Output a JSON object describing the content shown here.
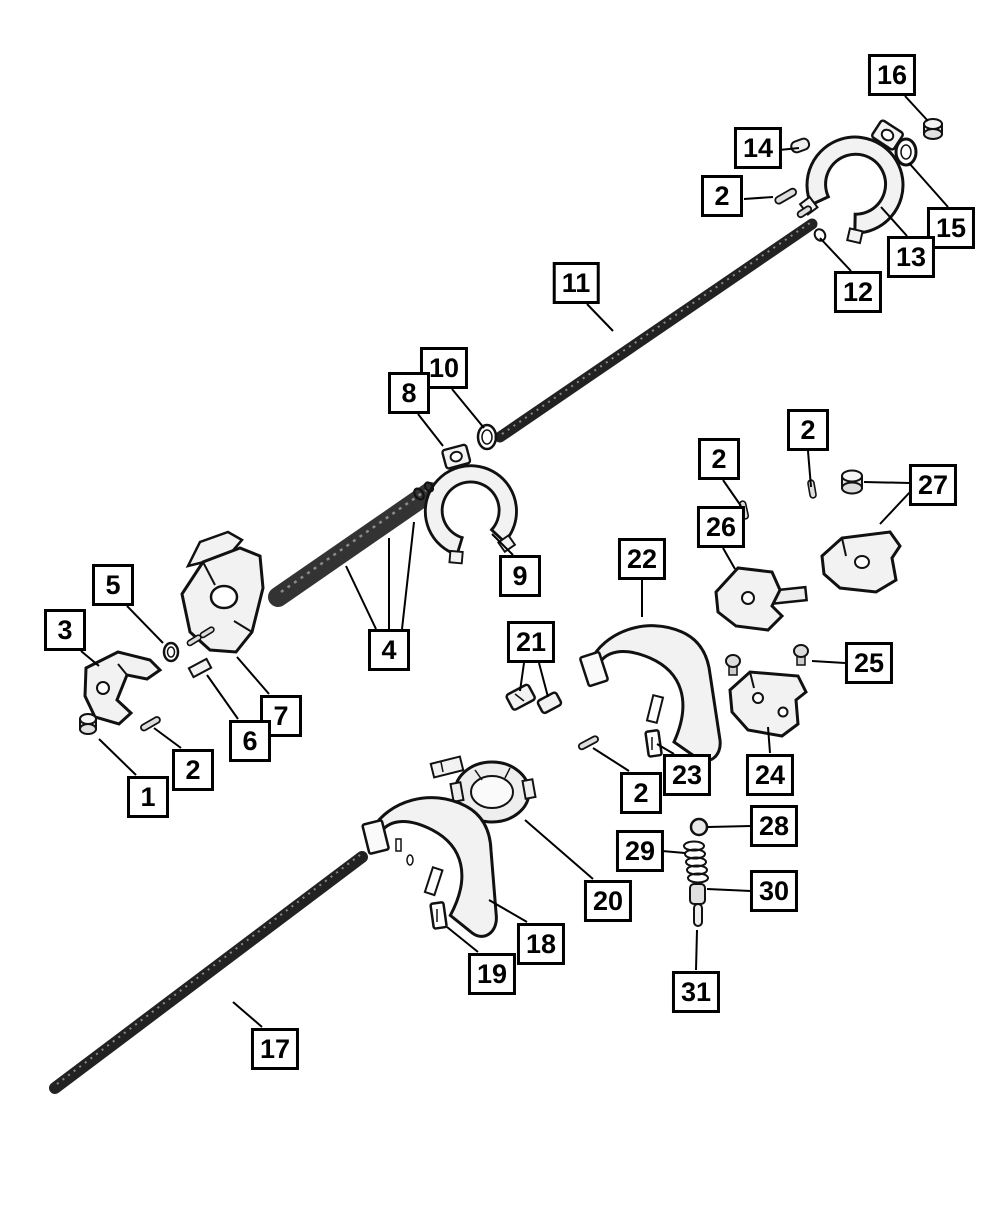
{
  "page": {
    "background": "#ffffff",
    "line_color": "#000000",
    "part_fill": "#f2f2f2"
  },
  "callouts": [
    {
      "label": "16"
    },
    {
      "label": "14"
    },
    {
      "label": "2"
    },
    {
      "label": "15"
    },
    {
      "label": "13"
    },
    {
      "label": "12"
    },
    {
      "label": "11"
    },
    {
      "label": "10"
    },
    {
      "label": "8"
    },
    {
      "label": "2"
    },
    {
      "label": "2"
    },
    {
      "label": "27"
    },
    {
      "label": "26"
    },
    {
      "label": "9"
    },
    {
      "label": "22"
    },
    {
      "label": "5"
    },
    {
      "label": "3"
    },
    {
      "label": "4"
    },
    {
      "label": "21"
    },
    {
      "label": "25"
    },
    {
      "label": "7"
    },
    {
      "label": "6"
    },
    {
      "label": "2"
    },
    {
      "label": "23"
    },
    {
      "label": "24"
    },
    {
      "label": "1"
    },
    {
      "label": "2"
    },
    {
      "label": "28"
    },
    {
      "label": "29"
    },
    {
      "label": "20"
    },
    {
      "label": "30"
    },
    {
      "label": "18"
    },
    {
      "label": "19"
    },
    {
      "label": "31"
    },
    {
      "label": "17"
    }
  ]
}
